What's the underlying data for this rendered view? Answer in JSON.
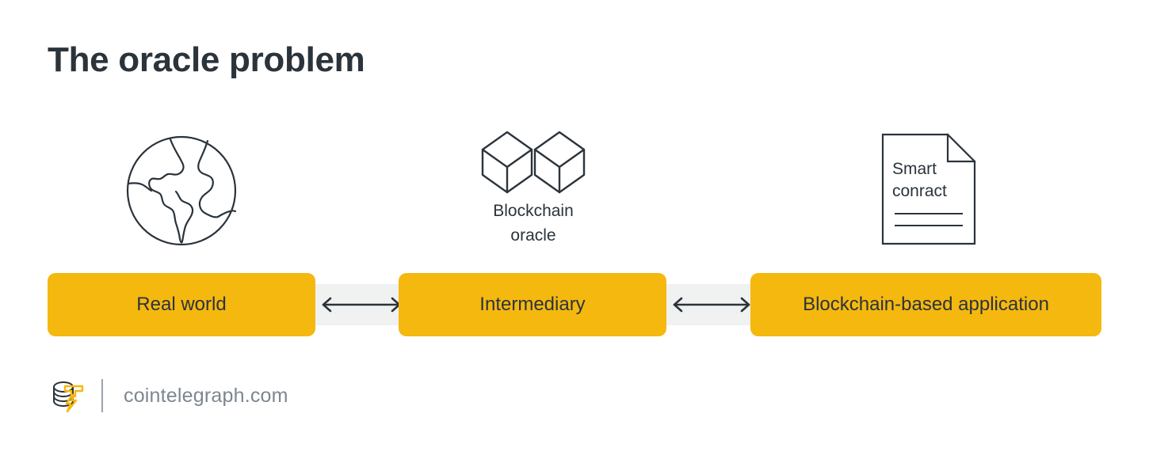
{
  "title": "The oracle problem",
  "diagram": {
    "nodes": [
      {
        "id": "real-world",
        "icon": "globe-icon",
        "caption": "",
        "bar_label": "Real world"
      },
      {
        "id": "intermediary",
        "icon": "blockchain-cubes-icon",
        "caption_line1": "Blockchain",
        "caption_line2": "oracle",
        "bar_label": "Intermediary"
      },
      {
        "id": "blockchain-app",
        "icon": "smart-contract-document-icon",
        "doc_line1": "Smart",
        "doc_line2": "conract",
        "bar_label": "Blockchain-based application"
      }
    ],
    "connectors": [
      {
        "id": "connector-left",
        "type": "double-arrow"
      },
      {
        "id": "connector-right",
        "type": "double-arrow"
      }
    ]
  },
  "footer": {
    "logo": "cointelegraph-logo",
    "url": "cointelegraph.com"
  },
  "colors": {
    "accent": "#f5b80f",
    "ink": "#2b333b",
    "band": "#f0f1f1",
    "muted": "#7c8792",
    "background": "#ffffff"
  }
}
